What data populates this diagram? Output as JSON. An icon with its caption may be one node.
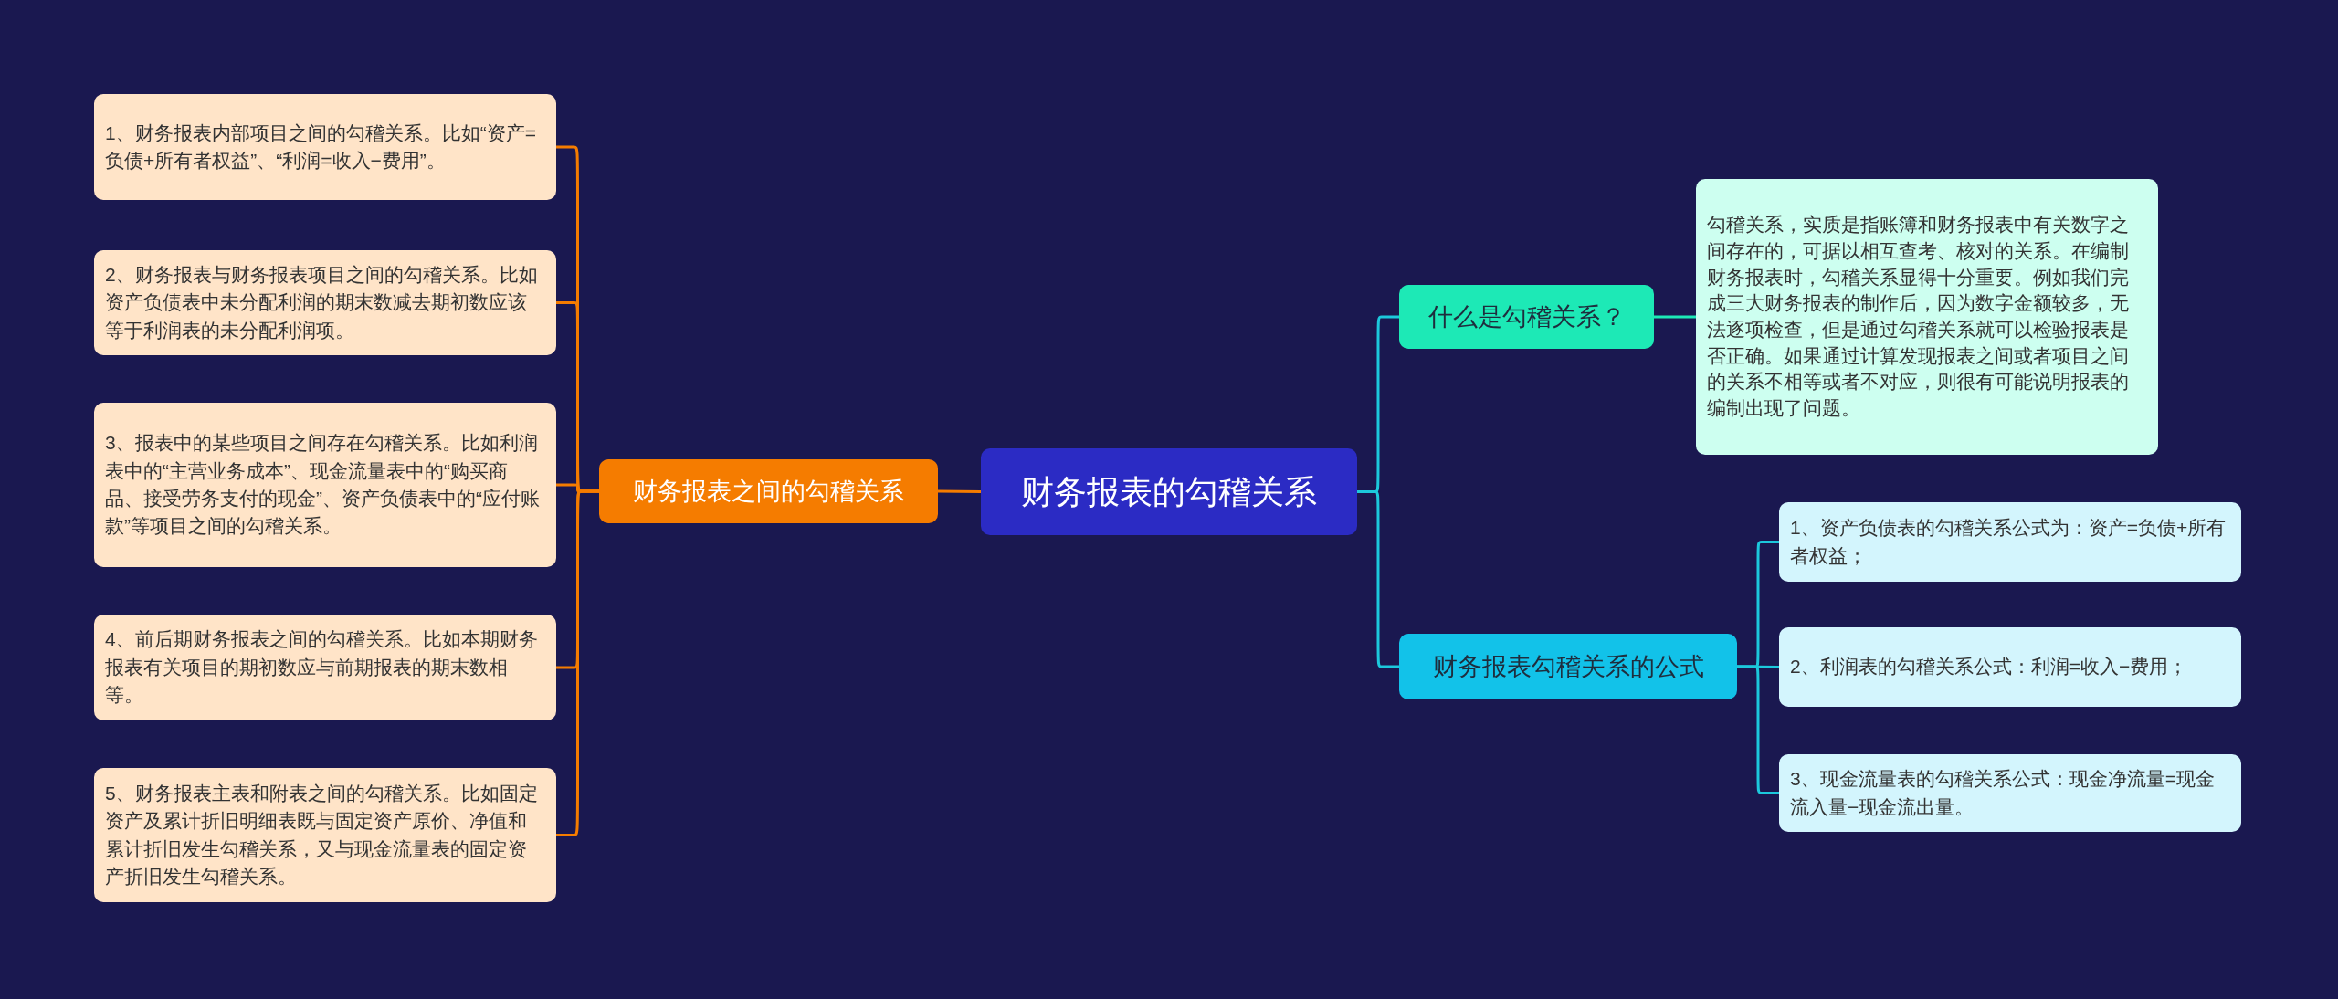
{
  "diagram": {
    "nodes": [
      {
        "text": [
          "财务报表的勾稽关系"
        ]
      },
      {
        "text": [
          "财务报表之间的勾稽关系"
        ]
      },
      {
        "text": [
          "1、财务报表内部项目之间的勾稽关系。比如“资产=负债+所有者权益”、“利润=收入−费用”。"
        ]
      },
      {
        "text": [
          "2、财务报表与财务报表项目之间的勾稽关系。比如资产负债表中未分配利润的期末数减去期初数应该等于利润表的未分配利润项。"
        ]
      },
      {
        "text": [
          "3、报表中的某些项目之间存在勾稽关系。比如利润表中的“主营业务成本”、现金流量表中的“购买商品、接受劳务支付的现金”、资产负债表中的“应付账款”等项目之间的勾稽关系。"
        ]
      },
      {
        "text": [
          "4、前后期财务报表之间的勾稽关系。比如本期财务报表有关项目的期初数应与前期报表的期末数相等。"
        ]
      },
      {
        "text": [
          "5、财务报表主表和附表之间的勾稽关系。比如固定资产及累计折旧明细表既与固定资产原价、净值和累计折旧发生勾稽关系，又与现金流量表的固定资产折旧发生勾稽关系。"
        ]
      },
      {
        "text": [
          "什么是勾稽关系？"
        ]
      },
      {
        "text": [
          "勾稽关系，实质是指账簿和财务报表中有关数字之间存在的，可据以相互查考、核对的关系。在编制财务报表时，勾稽关系显得十分重要。例如我们完成三大财务报表的制作后，因为数字金额较多，无法逐项检查，但是通过勾稽关系就可以检验报表是否正确。如果通过计算发现报表之间或者项目之间的关系不相等或者不对应，则很有可能说明报表的编制出现了问题。"
        ]
      },
      {
        "text": [
          "财务报表勾稽关系的公式"
        ]
      },
      {
        "text": [
          "1、资产负债表的勾稽关系公式为：资产=负债+所有者权益；"
        ]
      },
      {
        "text": [
          "2、利润表的勾稽关系公式：利润=收入−费用；"
        ]
      },
      {
        "text": [
          "3、现金流量表的勾稽关系公式：现金净流量=现金流入量−现金流出量。"
        ]
      }
    ],
    "edges": [
      {
        "from": 0,
        "to": 1,
        "arrow": "none",
        "color": "#f57c00"
      },
      {
        "from": 1,
        "to": 2,
        "arrow": "none",
        "color": "#f57c00"
      },
      {
        "from": 1,
        "to": 3,
        "arrow": "none",
        "color": "#f57c00"
      },
      {
        "from": 1,
        "to": 4,
        "arrow": "none",
        "color": "#f57c00"
      },
      {
        "from": 1,
        "to": 5,
        "arrow": "none",
        "color": "#f57c00"
      },
      {
        "from": 1,
        "to": 6,
        "arrow": "none",
        "color": "#f57c00"
      },
      {
        "from": 0,
        "to": 7,
        "arrow": "none",
        "color": "#1cc8dc"
      },
      {
        "from": 7,
        "to": 8,
        "arrow": "none",
        "color": "#1de9b6"
      },
      {
        "from": 0,
        "to": 9,
        "arrow": "none",
        "color": "#1cc8dc"
      },
      {
        "from": 9,
        "to": 10,
        "arrow": "none",
        "color": "#1cc8dc"
      },
      {
        "from": 9,
        "to": 11,
        "arrow": "none",
        "color": "#1cc8dc"
      },
      {
        "from": 9,
        "to": 12,
        "arrow": "none",
        "color": "#1cc8dc"
      }
    ]
  }
}
